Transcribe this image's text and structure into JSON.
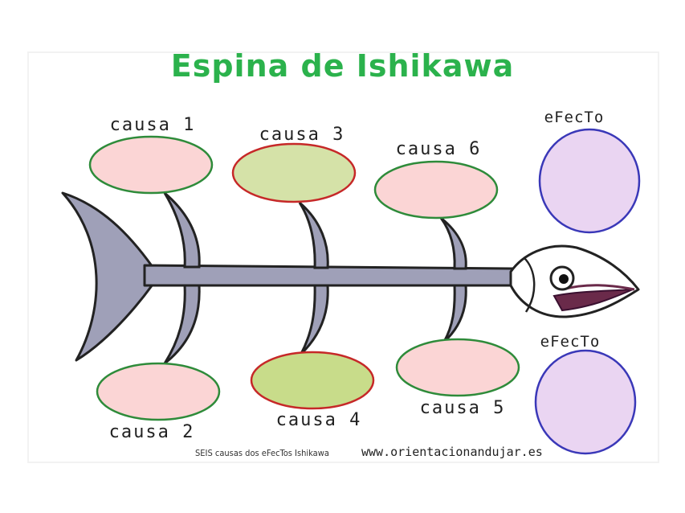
{
  "title": "Espina de Ishikawa",
  "causes": {
    "c1": "causa 1",
    "c2": "causa 2",
    "c3": "causa 3",
    "c4": "causa 4",
    "c5": "causa 5",
    "c6": "causa 6"
  },
  "effects": {
    "top": "eFecTo",
    "bottom": "eFecTo"
  },
  "footer": {
    "caption": "SEIS causas dos eFecTos Ishikawa",
    "website": "www.orientacionandujar.es"
  },
  "colors": {
    "title": "#2bb24c",
    "cause_pink_fill": "#fbd5d5",
    "cause_green_fill": "#d5e2a8",
    "cause_green_dark_fill": "#c8dc8a",
    "ellipse_green_border": "#2e8b3a",
    "ellipse_red_border": "#c62828",
    "effect_fill": "#ead5f2",
    "effect_border": "#3a38b8",
    "fish_body": "#9fa0b8",
    "fish_outline": "#222222",
    "mouth": "#6a2a4a"
  }
}
